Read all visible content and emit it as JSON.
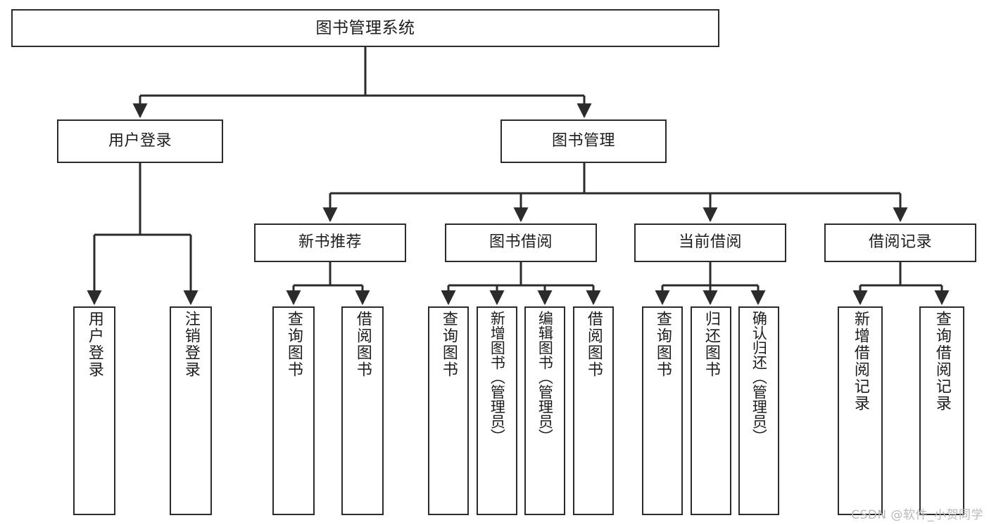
{
  "diagram": {
    "title": "图书管理系统",
    "type": "tree-hierarchy",
    "colors": {
      "box_border": "#2b2b2b",
      "box_fill": "#ffffff",
      "connector": "#2b2b2b",
      "text": "#1d1d1d",
      "watermark": "#b9b9b9",
      "background": "#ffffff"
    },
    "root": {
      "label": "图书管理系统"
    },
    "level1": [
      {
        "label": "用户登录"
      },
      {
        "label": "图书管理"
      }
    ],
    "level2": [
      {
        "label": "新书推荐"
      },
      {
        "label": "图书借阅"
      },
      {
        "label": "当前借阅"
      },
      {
        "label": "借阅记录"
      }
    ],
    "leaves": {
      "user_login": [
        {
          "label": "用户登录"
        },
        {
          "label": "注销登录"
        }
      ],
      "new_book_recommend": [
        {
          "label": "查询图书"
        },
        {
          "label": "借阅图书"
        }
      ],
      "book_borrow": [
        {
          "label": "查询图书"
        },
        {
          "label": "新增图书（管理员）"
        },
        {
          "label": "编辑图书（管理员）"
        },
        {
          "label": "借阅图书"
        }
      ],
      "current_borrow": [
        {
          "label": "查询图书"
        },
        {
          "label": "归还图书"
        },
        {
          "label": "确认归还（管理员）"
        }
      ],
      "borrow_record": [
        {
          "label": "新增借阅记录"
        },
        {
          "label": "查询借阅记录"
        }
      ]
    }
  },
  "watermark": {
    "text": "CSDN @软件_小贺同学"
  }
}
